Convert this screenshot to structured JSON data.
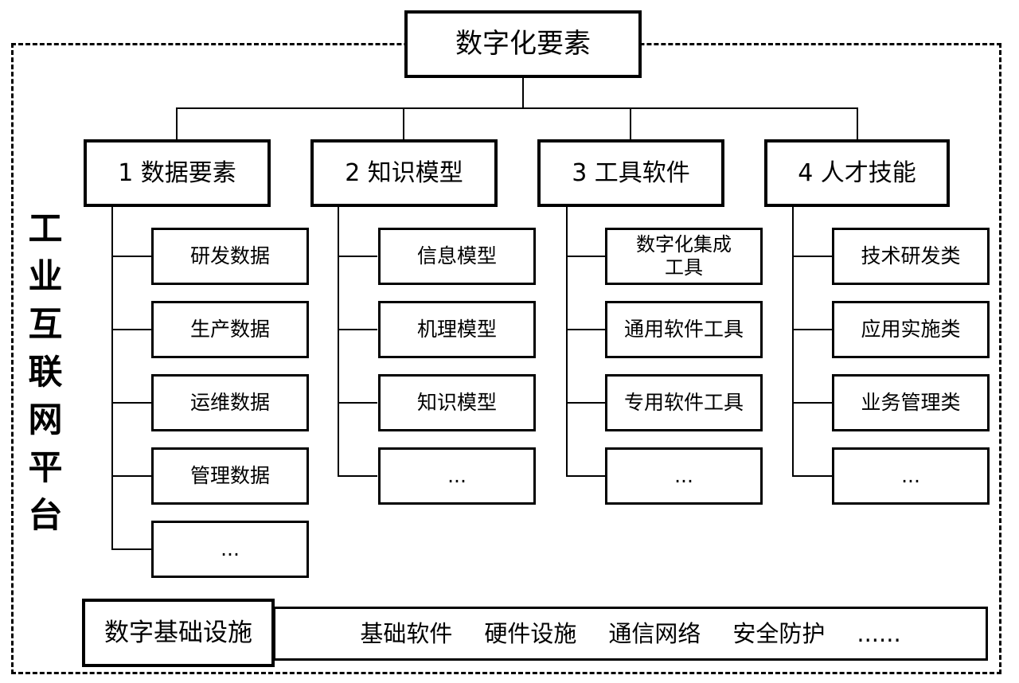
{
  "diagram": {
    "root": "数字化要素",
    "platform_label": "工业互联网平台",
    "columns": [
      {
        "header": "1 数据要素",
        "children": [
          "研发数据",
          "生产数据",
          "运维数据",
          "管理数据",
          "..."
        ]
      },
      {
        "header": "2 知识模型",
        "children": [
          "信息模型",
          "机理模型",
          "知识模型",
          "..."
        ]
      },
      {
        "header": "3 工具软件",
        "children": [
          "数字化集成\n工具",
          "通用软件工具",
          "专用软件工具",
          "..."
        ]
      },
      {
        "header": "4 人才技能",
        "children": [
          "技术研发类",
          "应用实施类",
          "业务管理类",
          "..."
        ]
      }
    ],
    "foundation": {
      "label": "数字基础设施",
      "items": [
        "基础软件",
        "硬件设施",
        "通信网络",
        "安全防护",
        "......"
      ]
    },
    "colors": {
      "stroke": "#000000",
      "background": "#ffffff"
    }
  }
}
